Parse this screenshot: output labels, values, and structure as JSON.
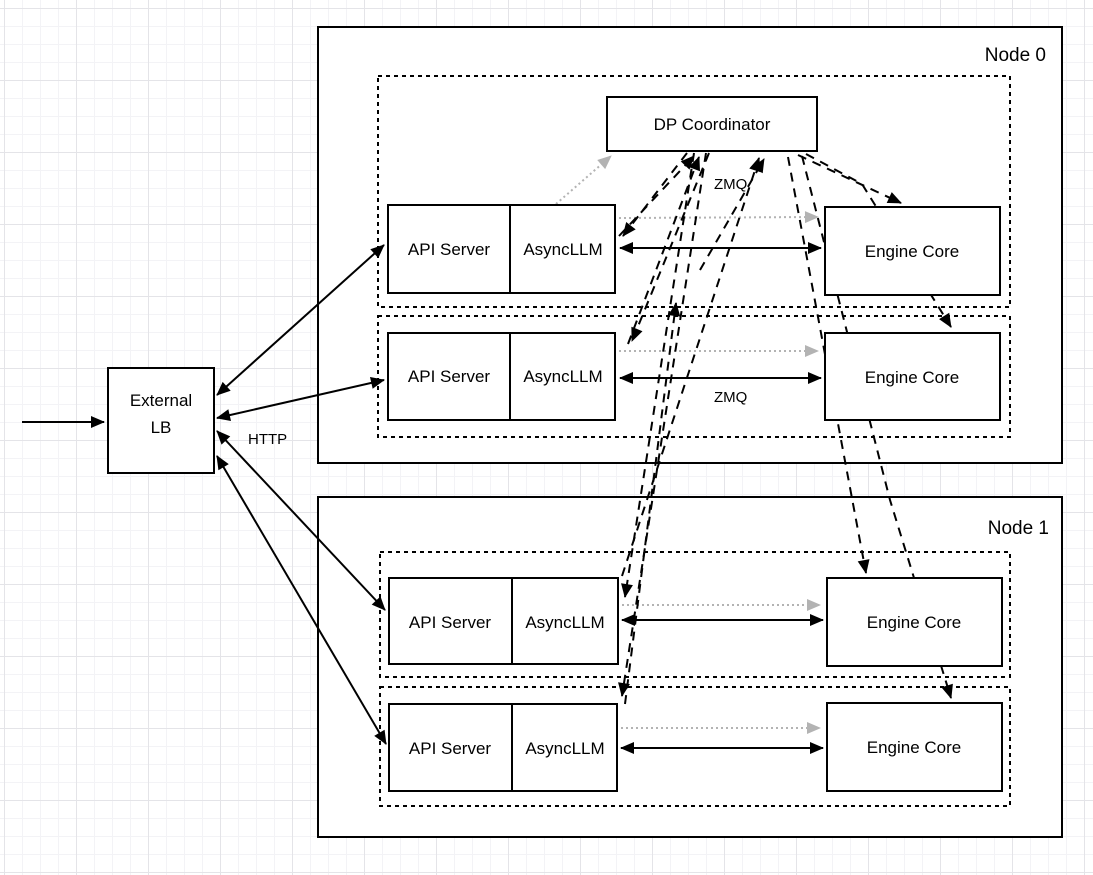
{
  "diagram": {
    "colors": {
      "stroke": "#000000",
      "dotted_gray": "#b3b3b3",
      "box_fill": "#ffffff",
      "grid_minor": "#f3f3f6",
      "grid_major": "#e4e4e8",
      "canvas": "#ffffff"
    },
    "external_lb": {
      "line1": "External",
      "line2": "LB"
    },
    "http_label": "HTTP",
    "nodes": [
      {
        "label": "Node 0"
      },
      {
        "label": "Node 1"
      }
    ],
    "coordinator": {
      "label": "DP Coordinator"
    },
    "zmq_labels": [
      {
        "text": "ZMQ"
      },
      {
        "text": "ZMQ"
      }
    ],
    "replicas": [
      {
        "api_server": "API Server",
        "async_llm": "AsyncLLM",
        "engine_core": "Engine Core"
      },
      {
        "api_server": "API Server",
        "async_llm": "AsyncLLM",
        "engine_core": "Engine Core"
      },
      {
        "api_server": "API Server",
        "async_llm": "AsyncLLM",
        "engine_core": "Engine Core"
      },
      {
        "api_server": "API Server",
        "async_llm": "AsyncLLM",
        "engine_core": "Engine Core"
      }
    ]
  }
}
